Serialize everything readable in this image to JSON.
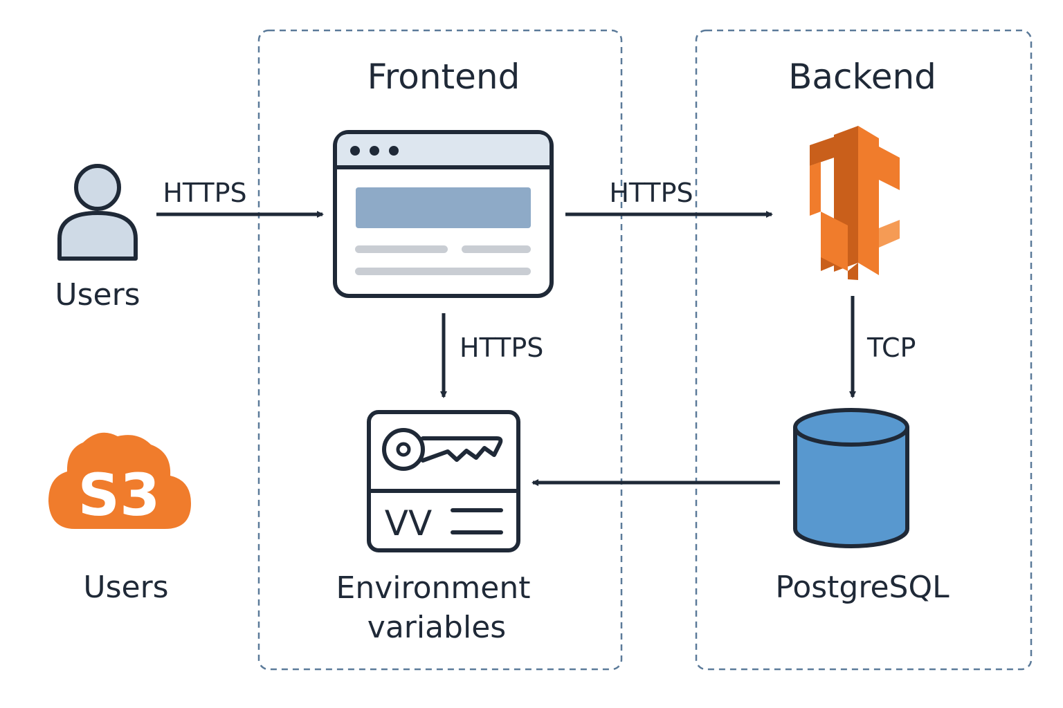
{
  "groups": {
    "frontend": {
      "title": "Frontend"
    },
    "backend": {
      "title": "Backend"
    }
  },
  "nodes": {
    "users_top": {
      "label": "Users",
      "icon": "user-icon"
    },
    "web_app": {
      "label": "",
      "icon": "browser-window-icon"
    },
    "lambda": {
      "label": "",
      "icon": "aws-lambda-icon"
    },
    "env_vars": {
      "label_line1": "Environment",
      "label_line2": "variables",
      "icon": "key-card-icon",
      "icon_text": "VV"
    },
    "postgres": {
      "label": "PostgreSQL",
      "icon": "database-cylinder-icon"
    },
    "s3_users": {
      "label": "Users",
      "icon": "s3-cloud-icon",
      "icon_text": "S3"
    }
  },
  "edges": {
    "users_to_web": {
      "label": "HTTPS"
    },
    "web_to_lambda": {
      "label": "HTTPS"
    },
    "web_to_env": {
      "label": "HTTPS"
    },
    "lambda_to_db": {
      "label": "TCP"
    },
    "db_to_env": {
      "label": ""
    }
  },
  "colors": {
    "ink": "#1f2937",
    "group_border": "#5b7a99",
    "aws_orange": "#f07c2c",
    "aws_orange_dark": "#c95f1b",
    "aws_orange_light": "#f59b55",
    "db_blue": "#5898cf",
    "browser_header": "#dde6ef",
    "browser_banner": "#8eaac7",
    "browser_line": "#c9cdd3",
    "user_fill": "#cfdae6"
  }
}
